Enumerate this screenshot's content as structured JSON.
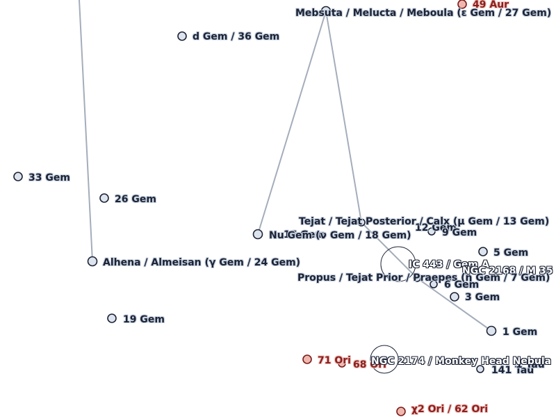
{
  "colors": {
    "background": "#ffffff",
    "constellation_line": "#a4adbb",
    "star_fill": "#dde4ee",
    "star_stroke": "#1c2335",
    "red_star_fill": "#f0b7ae",
    "red_star_stroke": "#7a1b1b",
    "label_text": "#1c2335",
    "red_label_text": "#8a1f1f"
  },
  "stars": {
    "aur49": "49 Aur",
    "mebsuta": "Mebsuta / Melucta / Meboula (ε Gem / 27 Gem)",
    "gem36": "d Gem / 36 Gem",
    "gem33": "33 Gem",
    "gem26": "26 Gem",
    "nu_gem": "Nu Gem (ν Gem / 18 Gem)",
    "gem16": "16 Gem",
    "tejat": "Tejat / Tejat Posterior / Calx (μ Gem / 13 Gem)",
    "gem12": "12 Gem",
    "gem9": "9 Gem",
    "gem5": "5 Gem",
    "alhena": "Alhena / Almeisan (γ Gem / 24 Gem)",
    "propus": "Propus / Tejat Prior / Praepes (η Gem / 7 Gem)",
    "gem6": "6 Gem",
    "gem3": "3 Gem",
    "gem19": "19 Gem",
    "gem1": "1 Gem",
    "ori71": "71 Ori",
    "ori68": "68 Ori",
    "tau141": "141 Tau",
    "tau_extra": "1 Tau",
    "chi2": "χ2 Ori / 62 Ori"
  },
  "dso": {
    "ic443": "IC 443 / Gem A",
    "ngc2168": "NGC 2168 / M 35",
    "ngc2174": "NGC 2174 / Monkey Head Nebula"
  }
}
